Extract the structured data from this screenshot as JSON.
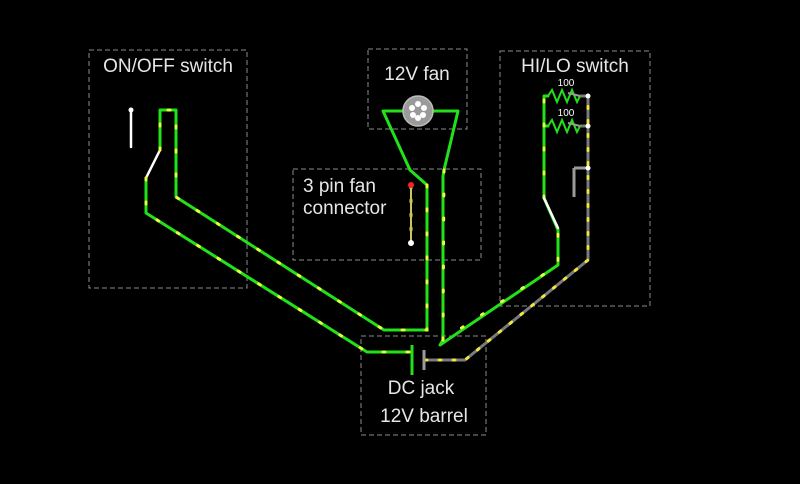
{
  "labels": {
    "on_off": "ON/OFF switch",
    "fan": "12V fan",
    "hi_lo": "HI/LO switch",
    "connector_line1": "3 pin fan",
    "connector_line2": "connector",
    "dc_line1": "DC jack",
    "dc_line2": "12V barrel",
    "resistor_top": "100",
    "resistor_bottom": "100"
  },
  "colors": {
    "background": "#000000",
    "wire_on": "#22e11b",
    "current_dots": "#e8ff3c",
    "wire_low": "#c8c85a",
    "box_outline": "#8c8c8c",
    "text": "#e6e6e6",
    "terminal_red": "#ff2020"
  },
  "icons": {
    "fan": "fan-icon",
    "battery": "dc-source-icon",
    "resistor": "resistor-icon",
    "switch": "switch-icon"
  }
}
